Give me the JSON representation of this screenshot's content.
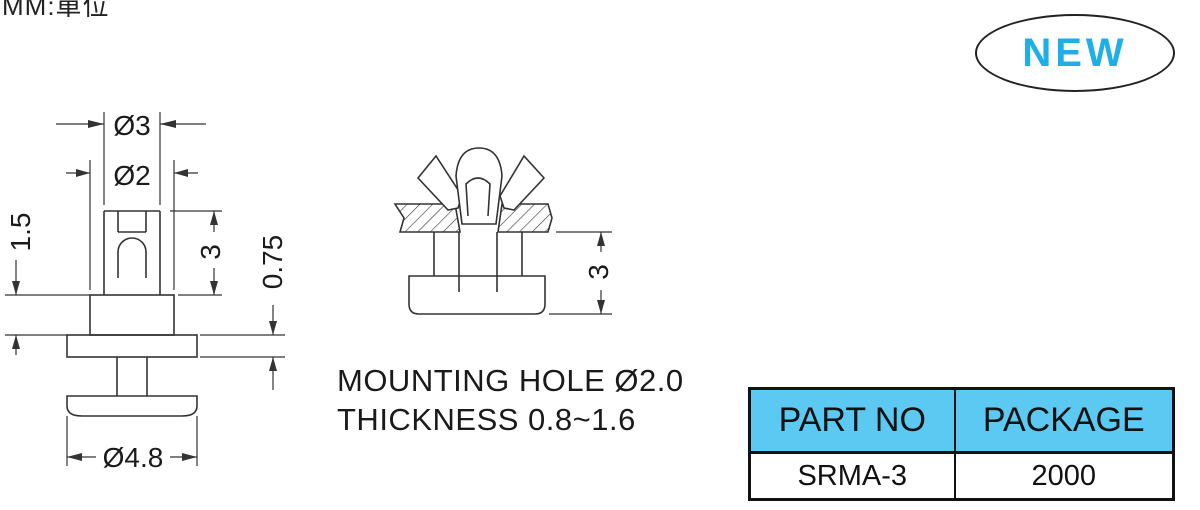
{
  "header": {
    "unit_text": "MM:單位"
  },
  "badge": {
    "label": "NEW",
    "color": "#1eaee8"
  },
  "dimensions": {
    "top_dia_outer": "Ø3",
    "top_dia_inner": "Ø2",
    "left_height": "1.5",
    "slot_height": "3",
    "flange_thickness": "0.75",
    "base_dia": "Ø4.8",
    "side_height": "3"
  },
  "notes": {
    "mounting_hole": "MOUNTING  HOLE Ø2.0",
    "thickness": "THICKNESS  0.8~1.6"
  },
  "table": {
    "headers": [
      "PART NO",
      "PACKAGE"
    ],
    "rows": [
      [
        "SRMA-3",
        "2000"
      ]
    ],
    "header_bg": "#5bc9f2"
  }
}
